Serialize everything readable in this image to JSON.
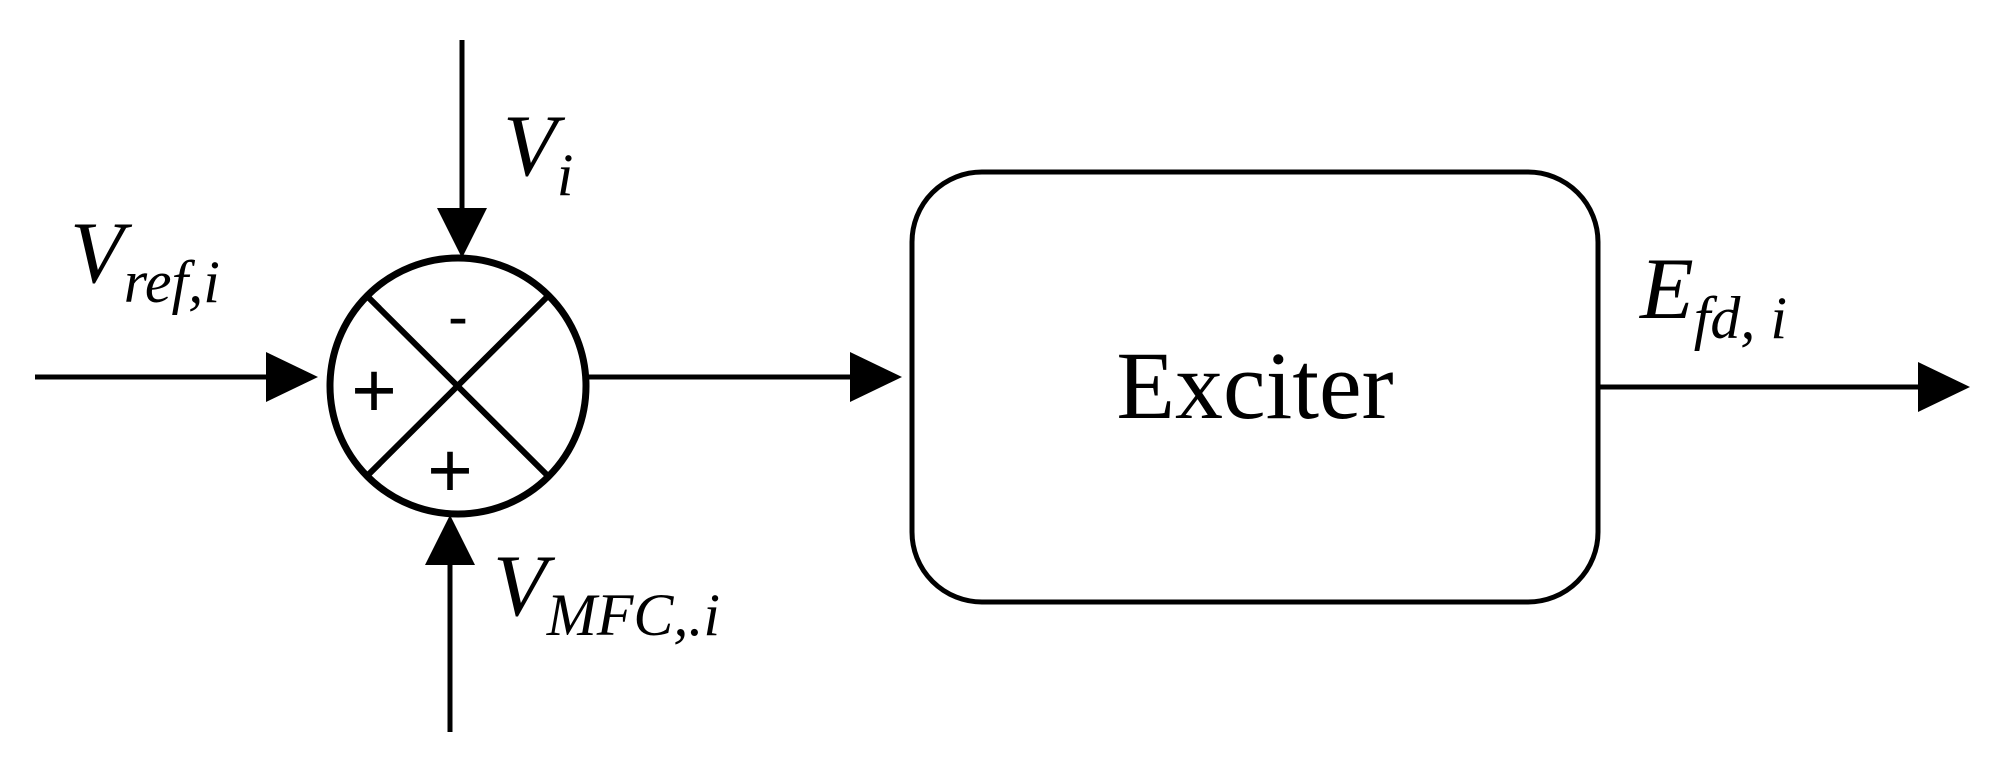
{
  "diagram": {
    "summing_junction": {
      "signs": {
        "top": "-",
        "left": "+",
        "bottom": "+"
      }
    },
    "block": {
      "label": "Exciter"
    },
    "signals": {
      "v_ref": {
        "base": "V",
        "sub": "ref,i"
      },
      "v_i": {
        "base": "V",
        "sub": "i"
      },
      "v_mfc": {
        "base": "V",
        "sub": "MFC,.i"
      },
      "e_fd": {
        "base": "E",
        "sub": "fd, i"
      }
    },
    "colors": {
      "stroke": "#000000",
      "background": "#ffffff"
    }
  }
}
